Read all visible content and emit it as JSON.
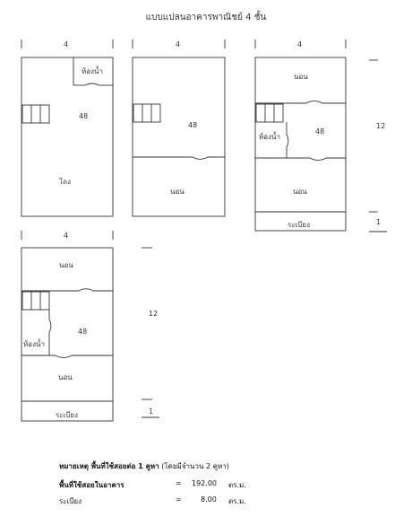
{
  "title": "แบบแปลนอาคารพาณิชย์ 4 ชั้น",
  "floors": [
    {
      "width_label": "4",
      "rooms": [
        "ห้องน้ำ",
        "48",
        "โถง"
      ]
    },
    {
      "width_label": "4",
      "rooms": [
        "48",
        "นอน"
      ]
    },
    {
      "width_label": "4",
      "rooms": [
        "นอน",
        "ห้องน้ำ",
        "48",
        "นอน",
        "ระเบียง"
      ]
    },
    {
      "width_label": "4",
      "rooms": [
        "นอน",
        "ห้องน้ำ",
        "48",
        "นอน",
        "ระเบียง"
      ]
    }
  ],
  "depth_label": "12",
  "balcony_depth_label": "1",
  "notes": {
    "heading_bold": "หมายเหตุ พื้นที่ใช้สอยต่อ 1 คูหา",
    "heading_rest": "(โดยมีจำนวน 2 คูหา)",
    "rows": [
      {
        "label": "พื้นที่ใช้สอยในอาคาร",
        "eq": "=",
        "value": "192.00",
        "unit": "ตร.ม."
      },
      {
        "label": "ระเบียง",
        "eq": "=",
        "value": "8.00",
        "unit": "ตร.ม."
      }
    ]
  }
}
